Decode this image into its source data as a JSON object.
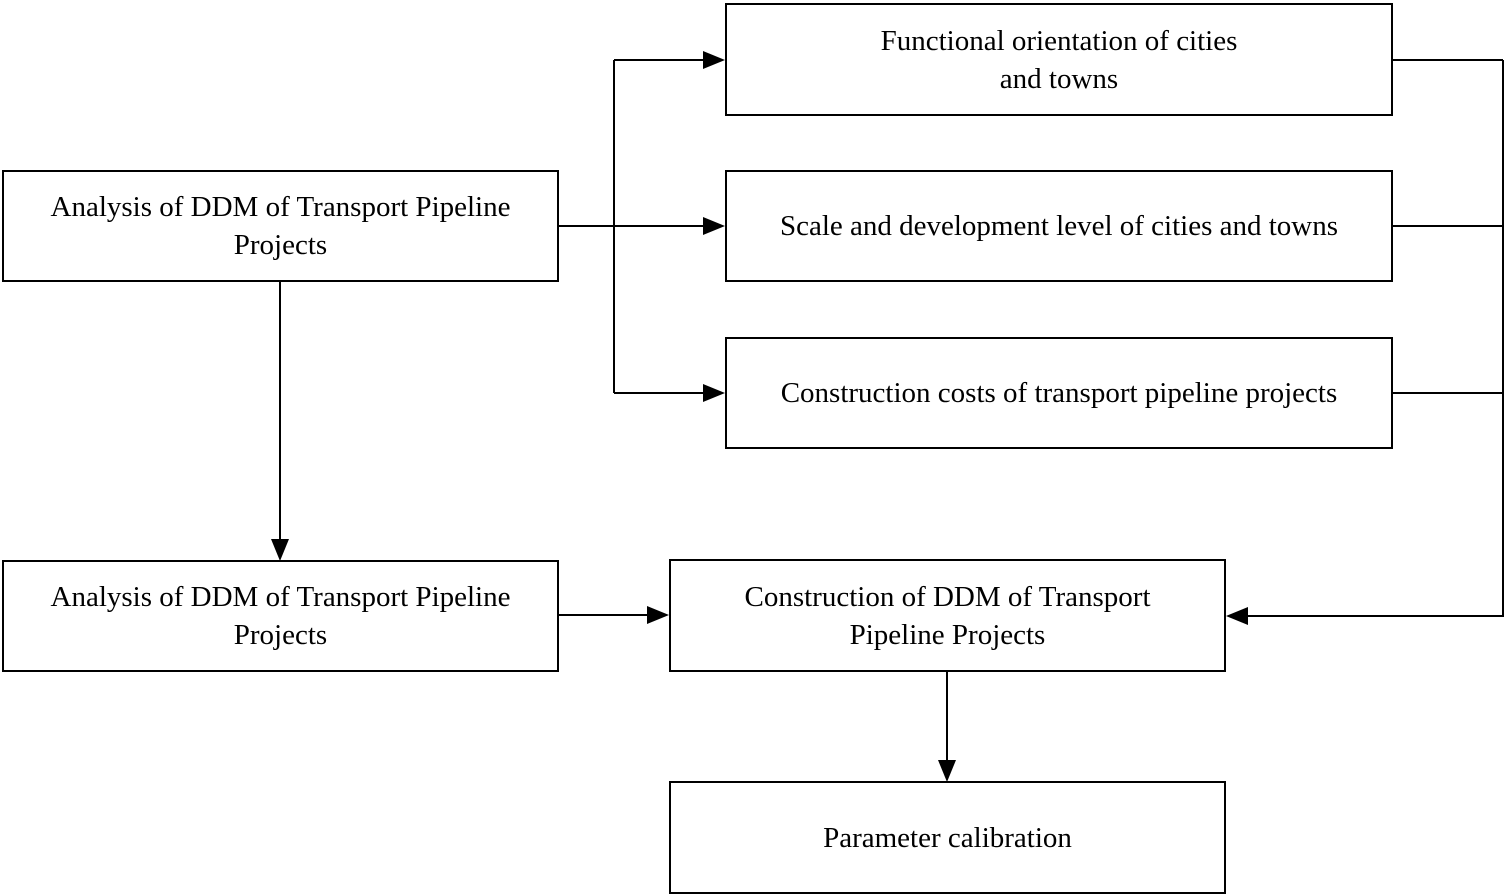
{
  "diagram": {
    "nodes": {
      "analysis_top": "Analysis of  DDM of Transport Pipeline\nProjects",
      "functional_orientation": "Functional orientation of cities\nand towns",
      "scale_development": "Scale and development level of cities and towns",
      "construction_costs": "Construction costs of transport pipeline projects",
      "analysis_bottom": "Analysis of  DDM of Transport Pipeline\nProjects",
      "construction_ddm": "Construction of  DDM of Transport\nPipeline Projects",
      "parameter_calibration": "Parameter calibration"
    },
    "edges": [
      {
        "from": "analysis_top",
        "to": "functional_orientation"
      },
      {
        "from": "analysis_top",
        "to": "scale_development"
      },
      {
        "from": "analysis_top",
        "to": "construction_costs"
      },
      {
        "from": "analysis_top",
        "to": "analysis_bottom"
      },
      {
        "from": "functional_orientation",
        "to": "construction_ddm"
      },
      {
        "from": "scale_development",
        "to": "construction_ddm"
      },
      {
        "from": "construction_costs",
        "to": "construction_ddm"
      },
      {
        "from": "analysis_bottom",
        "to": "construction_ddm"
      },
      {
        "from": "construction_ddm",
        "to": "parameter_calibration"
      }
    ]
  }
}
